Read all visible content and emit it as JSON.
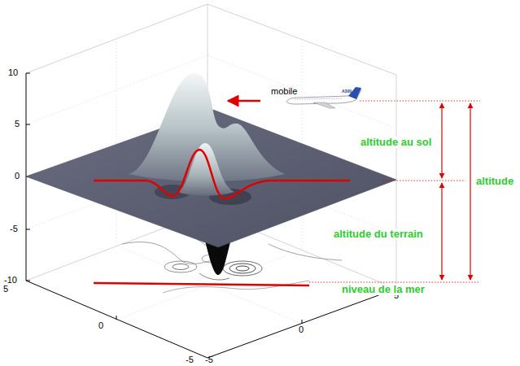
{
  "diagram": {
    "labels": [
      "10",
      "5",
      "0",
      "-5",
      "-10",
      "5",
      "0",
      "-5",
      "-5",
      "0",
      "5",
      "mobile",
      "A300",
      "altitude au sol",
      "altitude",
      "altitude du terrain",
      "niveau de la mer"
    ]
  }
}
